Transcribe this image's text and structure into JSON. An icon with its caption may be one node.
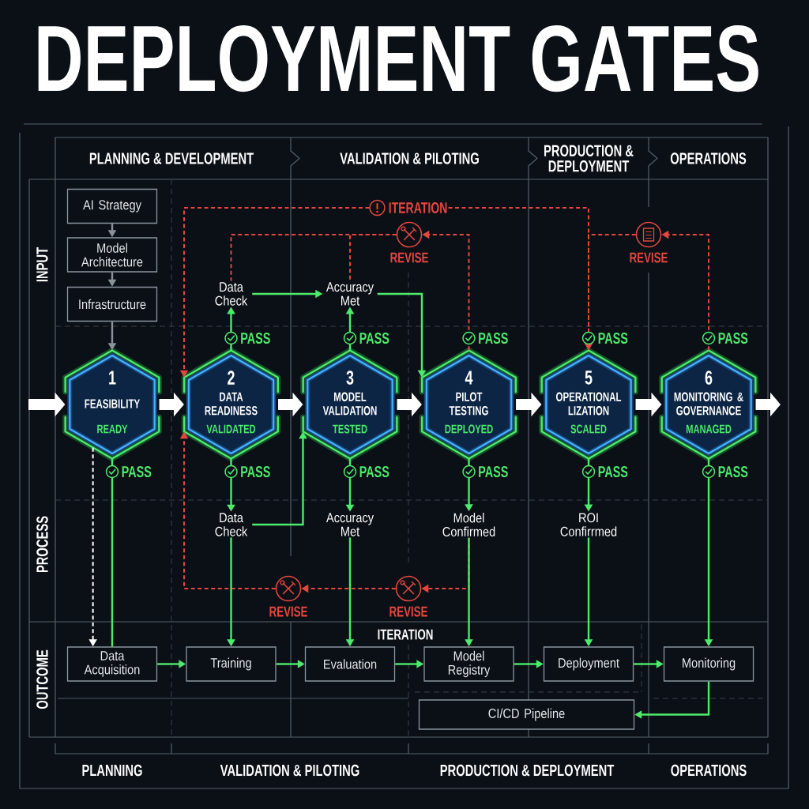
{
  "diagram": {
    "title": "DEPLOYMENT GATES",
    "nodes": [
      {
        "text": [
          "AI Strategy"
        ]
      },
      {
        "text": [
          "ITERATION"
        ]
      },
      {
        "text": [
          "REVISE"
        ]
      },
      {
        "text": [
          "REVISE"
        ]
      },
      {
        "text": [
          "Model Architecture"
        ]
      },
      {
        "text": [
          "Data Check"
        ]
      },
      {
        "text": [
          "Accuracy Met"
        ]
      },
      {
        "text": [
          "Infrastructure"
        ]
      },
      {
        "text": [
          "1",
          "FEASIBILITY",
          "READY"
        ]
      },
      {
        "text": [
          "2",
          "DATA READINESS",
          "VALIDATED"
        ]
      },
      {
        "text": [
          "3",
          "MODEL VALIDATION",
          "TESTED"
        ]
      },
      {
        "text": [
          "4",
          "PILOT TESTING",
          "DEPLOYED"
        ]
      },
      {
        "text": [
          "5",
          "OPERATIONAL LIZATION",
          "SCALED"
        ]
      },
      {
        "text": [
          "6",
          "MONITORING & GOVERNANCE",
          "MANAGED"
        ]
      },
      {
        "text": [
          "Data Check"
        ]
      },
      {
        "text": [
          "Accuracy Met"
        ]
      },
      {
        "text": [
          "Model Confirmed"
        ]
      },
      {
        "text": [
          "ROI Confirrmed"
        ]
      },
      {
        "text": [
          "REVISE"
        ]
      },
      {
        "text": [
          "REVISE"
        ]
      },
      {
        "text": [
          "Data Acquisition"
        ]
      },
      {
        "text": [
          "Training"
        ]
      },
      {
        "text": [
          "Evaluation"
        ]
      },
      {
        "text": [
          "Model Registry"
        ]
      },
      {
        "text": [
          "Deployment"
        ]
      },
      {
        "text": [
          "Monitoring"
        ]
      },
      {
        "text": [
          "CI/CD Pipeline"
        ]
      }
    ],
    "edges": [
      {
        "from": null,
        "to": 8,
        "arrow": "to",
        "style": "thick",
        "color": "#ffffff"
      },
      {
        "from": 8,
        "to": 9,
        "arrow": "to",
        "style": "thick",
        "color": "#ffffff"
      },
      {
        "from": 9,
        "to": 10,
        "arrow": "to",
        "style": "thick",
        "color": "#ffffff"
      },
      {
        "from": 10,
        "to": 11,
        "arrow": "to",
        "style": "thick",
        "color": "#ffffff"
      },
      {
        "from": 11,
        "to": 12,
        "arrow": "to",
        "style": "thick",
        "color": "#ffffff"
      },
      {
        "from": 12,
        "to": 13,
        "arrow": "to",
        "style": "thick",
        "color": "#ffffff"
      },
      {
        "from": 13,
        "to": null,
        "arrow": "to",
        "style": "thick",
        "color": "#ffffff"
      },
      {
        "from": 0,
        "to": 4,
        "arrow": "to",
        "color": "#8b929b"
      },
      {
        "from": 4,
        "to": 7,
        "arrow": "to",
        "color": "#8b929b"
      },
      {
        "from": 7,
        "to": 8,
        "arrow": "to",
        "color": "#8b929b"
      },
      {
        "from": 9,
        "to": 5,
        "arrow": "to",
        "label": "PASS"
      },
      {
        "from": 5,
        "to": 6,
        "arrow": "to"
      },
      {
        "from": 10,
        "to": 6,
        "arrow": "to",
        "label": "PASS"
      },
      {
        "from": 6,
        "to": 11,
        "arrow": "to"
      },
      {
        "from": 8,
        "to": 20,
        "arrow": "none",
        "label": "PASS"
      },
      {
        "from": 8,
        "to": 20,
        "arrow": "to",
        "style": "dashed",
        "color": "#ffffff"
      },
      {
        "from": 9,
        "to": 14,
        "arrow": "to",
        "label": "PASS"
      },
      {
        "from": 14,
        "to": 21,
        "arrow": "to"
      },
      {
        "from": 14,
        "to": 10,
        "arrow": "to"
      },
      {
        "from": 10,
        "to": 15,
        "arrow": "to",
        "label": "PASS"
      },
      {
        "from": 15,
        "to": 22,
        "arrow": "to"
      },
      {
        "from": 11,
        "to": 16,
        "arrow": "to",
        "label": "PASS"
      },
      {
        "from": 16,
        "to": 23,
        "arrow": "to"
      },
      {
        "from": 12,
        "to": 17,
        "arrow": "to",
        "label": "PASS"
      },
      {
        "from": 17,
        "to": 24,
        "arrow": "to"
      },
      {
        "from": 13,
        "to": 25,
        "arrow": "to",
        "label": "PASS"
      },
      {
        "from": 20,
        "to": 21,
        "arrow": "to"
      },
      {
        "from": 21,
        "to": 22,
        "arrow": "to"
      },
      {
        "from": 22,
        "to": 23,
        "arrow": "to"
      },
      {
        "from": 23,
        "to": 24,
        "arrow": "to"
      },
      {
        "from": 24,
        "to": 25,
        "arrow": "to"
      },
      {
        "from": 25,
        "to": 26,
        "arrow": "to"
      },
      {
        "from": 11,
        "to": 2,
        "arrow": "to",
        "label": "PASS",
        "style": "dashed",
        "color": "#e5473f"
      },
      {
        "from": 2,
        "to": 5,
        "arrow": "none",
        "style": "dashed",
        "color": "#e5473f"
      },
      {
        "from": 2,
        "to": 6,
        "arrow": "none",
        "style": "dashed",
        "color": "#e5473f"
      },
      {
        "from": 1,
        "to": 9,
        "arrow": "to",
        "style": "dashed",
        "color": "#e5473f"
      },
      {
        "from": 1,
        "to": 12,
        "arrow": "to",
        "label": "PASS",
        "style": "dashed",
        "color": "#e5473f"
      },
      {
        "from": 3,
        "to": 12,
        "arrow": "to",
        "style": "dashed",
        "color": "#e5473f"
      },
      {
        "from": 13,
        "to": 3,
        "arrow": "to",
        "label": "PASS",
        "style": "dashed",
        "color": "#e5473f"
      },
      {
        "from": 16,
        "to": 19,
        "arrow": "to",
        "style": "dashed",
        "color": "#e5473f"
      },
      {
        "from": 19,
        "to": 18,
        "arrow": "to",
        "style": "dashed",
        "color": "#e5473f"
      },
      {
        "from": 18,
        "to": 9,
        "arrow": "to",
        "style": "dashed",
        "color": "#e5473f"
      }
    ],
    "labels": [
      "PLANNING & DEVELOPMENT",
      "VALIDATION & PILOTING",
      "PRODUCTION & DEPLOYMENT",
      "OPERATIONS",
      "INPUT",
      "PROCESS",
      "ITERATION",
      "OUTCOME",
      "PLANNING",
      "VALIDATION & PILOTING",
      "PRODUCTION & DEPLOYMENT",
      "OPERATIONS"
    ]
  }
}
